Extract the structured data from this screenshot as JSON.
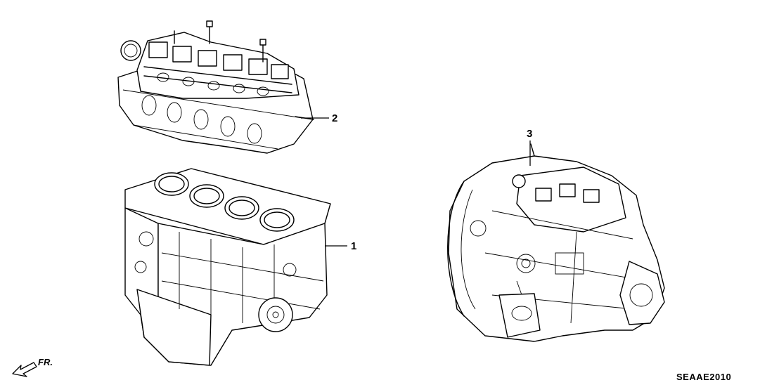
{
  "diagram": {
    "code": "SEAAE2010",
    "direction_label": "FR."
  },
  "parts": [
    {
      "number": "1",
      "component": "short-block"
    },
    {
      "number": "2",
      "component": "cylinder-head"
    },
    {
      "number": "3",
      "component": "transmission"
    }
  ]
}
